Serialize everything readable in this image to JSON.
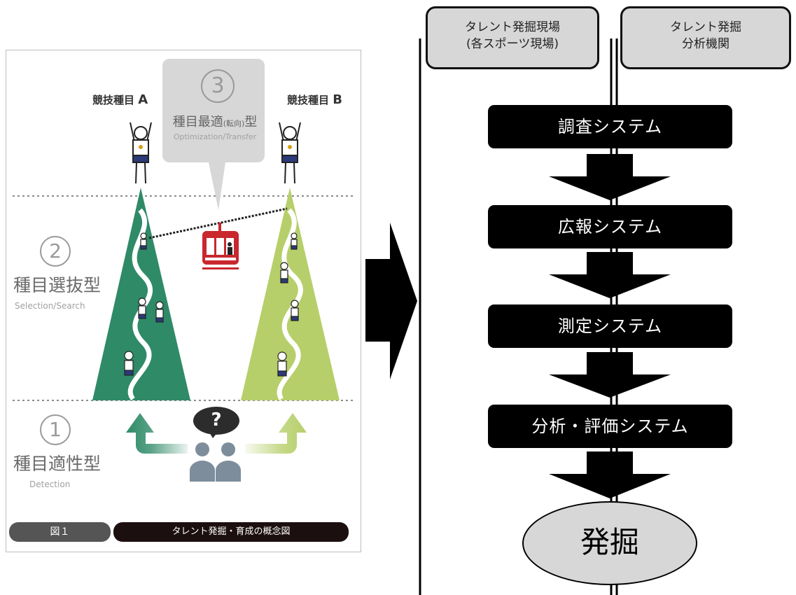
{
  "left_figure": {
    "event_a": {
      "prefix": "競技種目",
      "letter": "A"
    },
    "event_b": {
      "prefix": "競技種目",
      "letter": "B"
    },
    "stage3": {
      "number": "3",
      "title_a": "種目最適",
      "title_small": "(転向)",
      "title_b": "型",
      "subtitle": "Optimization/Transfer"
    },
    "stage2": {
      "number": "2",
      "title": "種目選抜型",
      "subtitle": "Selection/Search"
    },
    "stage1": {
      "number": "1",
      "title": "種目適性型",
      "subtitle": "Detection"
    },
    "question_mark": "?",
    "figure_number": "図１",
    "figure_caption": "タレント発掘・育成の概念図",
    "colors": {
      "mountain_a": "#2f8a68",
      "mountain_b": "#b6cf6a",
      "gondola": "#c8282e",
      "people": "#7d8d9b"
    }
  },
  "flow": {
    "lane1": {
      "line1": "タレント発掘現場",
      "line2": "(各スポーツ現場)"
    },
    "lane2": {
      "line1": "タレント発掘",
      "line2": "分析機関"
    },
    "steps": [
      "調査システム",
      "広報システム",
      "測定システム",
      "分析・評価システム"
    ],
    "result": "発掘"
  }
}
